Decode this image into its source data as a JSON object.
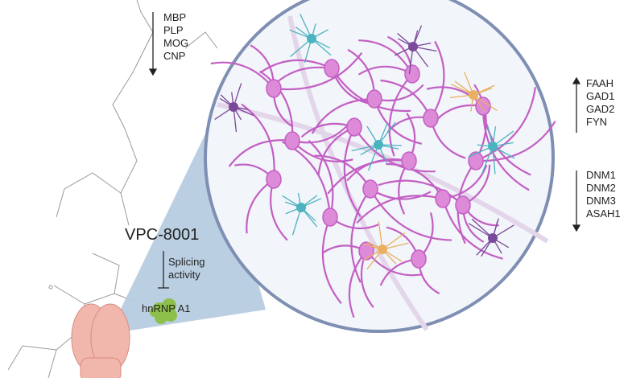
{
  "gene_groups": {
    "down_top": {
      "direction": "down",
      "genes": [
        "MBP",
        "PLP",
        "MOG",
        "CNP"
      ]
    },
    "up_right": {
      "direction": "up",
      "genes": [
        "FAAH",
        "GAD1",
        "GAD2",
        "FYN"
      ]
    },
    "down_right": {
      "direction": "down",
      "genes": [
        "DNM1",
        "DNM2",
        "DNM3",
        "ASAH1"
      ]
    }
  },
  "drug": {
    "name": "VPC-8001"
  },
  "inhibition": {
    "label_line1": "Splicing",
    "label_line2": "activity"
  },
  "target": {
    "name": "hnRNP A1"
  },
  "colors": {
    "cone": "#b7cce0",
    "circle_fill": "#f2f5fa",
    "circle_border": "#7f8fb3",
    "neuron": "#c35fc4",
    "astro_teal": "#4bb3bf",
    "microglia": "#e8b060",
    "oligo": "#7a4a9a",
    "protein": "#8cc04a",
    "brain": "#f1b7ad"
  }
}
